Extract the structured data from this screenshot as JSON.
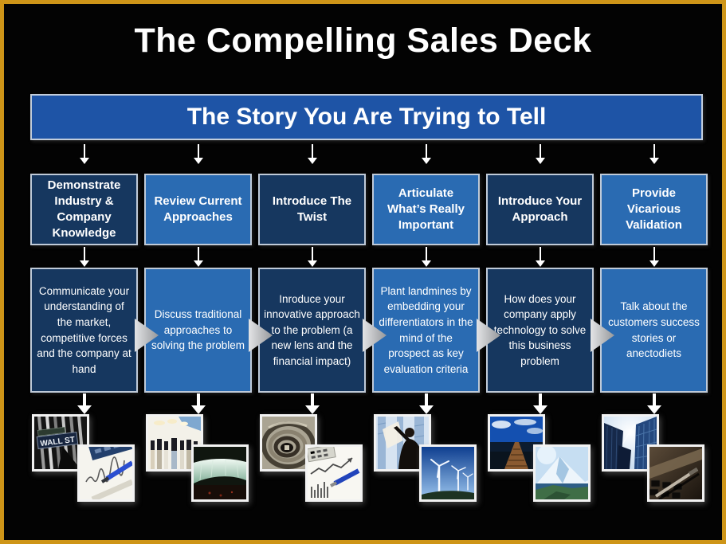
{
  "slide": {
    "title": "The Compelling Sales Deck",
    "banner": "The Story You Are Trying to Tell"
  },
  "palette": {
    "frame_gold": "#CE9518",
    "background_black": "#030303",
    "banner_blue": "#1E54A6",
    "box_dark_navy": "#16375F",
    "box_medium_blue": "#2A6BB2",
    "box_border_gray": "#BFCAD8",
    "arrow_white": "#FFFFFF",
    "chevron_gray": "#C9CBCD"
  },
  "icons": {
    "down_arrow": "↓ white elbow arrow (shaft + triangle head)",
    "flow_chevron": "▶ gray gradient triangle between detail boxes"
  },
  "columns": [
    {
      "header": "Demonstrate Industry & Company Knowledge",
      "detail": "Communicate your understanding of the market, competitive forces and the company at hand",
      "photos": [
        "wall-street-sign-photo",
        "pen-and-chart-photo"
      ]
    },
    {
      "header": "Review Current Approaches",
      "detail": "Discuss traditional approaches to solving the problem",
      "photos": [
        "conference-room-photo",
        "waterfall-photo"
      ]
    },
    {
      "header": "Introduce The Twist",
      "detail": "Inroduce your innovative approach to the problem (a new lens and the financial impact)",
      "photos": [
        "spiral-staircase-photo",
        "calculator-chart-pen-photo"
      ]
    },
    {
      "header": "Articulate What’s Really Important",
      "detail": "Plant landmines by embedding your differentiators in the mind of the prospect as key evaluation criteria",
      "photos": [
        "businessman-photo",
        "wind-turbines-photo"
      ]
    },
    {
      "header": "Introduce Your Approach",
      "detail": "How does your company apply technology to solve this business problem",
      "photos": [
        "boardwalk-pier-photo",
        "mountain-photo"
      ]
    },
    {
      "header": "Provide Vicarious Validation",
      "detail": "Talk about the customers success stories or anectodiets",
      "photos": [
        "skyscrapers-photo",
        "laptop-pen-photo"
      ]
    }
  ],
  "photo_text": {
    "wall_sign": "WALL ST"
  }
}
